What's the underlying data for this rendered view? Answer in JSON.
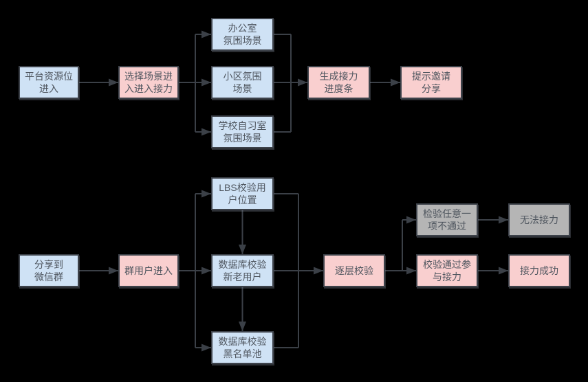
{
  "diagram": {
    "title": "relay-activity-flowchart",
    "background": "#000000",
    "colors": {
      "blue_fill": "#cfe2f5",
      "pink_fill": "#f9cfcf",
      "gray_fill": "#b5b5b5",
      "border": "#3d424a",
      "text": "#4f565f",
      "line": "#3b4047"
    },
    "nodes": {
      "platform_entry": {
        "label": "平台资源位\n进入",
        "type": "blue"
      },
      "choose_scene": {
        "label": "选择场景进\n入进入接力",
        "type": "pink"
      },
      "office_scene": {
        "label": "办公室\n氛围场景",
        "type": "blue"
      },
      "community_scene": {
        "label": "小区氛围\n场景",
        "type": "blue"
      },
      "school_scene": {
        "label": "学校自习室\n氛围场景",
        "type": "blue"
      },
      "progress_bar": {
        "label": "生成接力\n进度条",
        "type": "pink"
      },
      "invite_share": {
        "label": "提示邀请\n分享",
        "type": "pink"
      },
      "share_wechat": {
        "label": "分享到\n微信群",
        "type": "blue"
      },
      "group_user_entry": {
        "label": "群用户进入",
        "type": "pink"
      },
      "lbs_check": {
        "label": "LBS校验用\n户位置",
        "type": "blue"
      },
      "db_check_users": {
        "label": "数据库校验\n新老用户",
        "type": "blue"
      },
      "db_check_blacklist": {
        "label": "数据库校验\n黑名单池",
        "type": "blue"
      },
      "layered_check": {
        "label": "逐层校验",
        "type": "pink"
      },
      "check_fail": {
        "label": "检验任意一\n项不通过",
        "type": "gray"
      },
      "cannot_relay": {
        "label": "无法接力",
        "type": "gray"
      },
      "check_pass": {
        "label": "校验通过参\n与接力",
        "type": "pink"
      },
      "relay_success": {
        "label": "接力成功",
        "type": "pink"
      }
    },
    "edges": [
      {
        "from": "platform_entry",
        "to": "choose_scene"
      },
      {
        "from": "choose_scene",
        "to": "office_scene"
      },
      {
        "from": "choose_scene",
        "to": "community_scene"
      },
      {
        "from": "choose_scene",
        "to": "school_scene"
      },
      {
        "from": "office_scene",
        "to": "progress_bar"
      },
      {
        "from": "community_scene",
        "to": "progress_bar"
      },
      {
        "from": "school_scene",
        "to": "progress_bar"
      },
      {
        "from": "progress_bar",
        "to": "invite_share"
      },
      {
        "from": "share_wechat",
        "to": "group_user_entry"
      },
      {
        "from": "group_user_entry",
        "to": "lbs_check"
      },
      {
        "from": "group_user_entry",
        "to": "db_check_users"
      },
      {
        "from": "group_user_entry",
        "to": "db_check_blacklist"
      },
      {
        "from": "lbs_check",
        "to": "db_check_users"
      },
      {
        "from": "db_check_users",
        "to": "db_check_blacklist"
      },
      {
        "from": "lbs_check",
        "to": "layered_check"
      },
      {
        "from": "db_check_users",
        "to": "layered_check"
      },
      {
        "from": "db_check_blacklist",
        "to": "layered_check"
      },
      {
        "from": "layered_check",
        "to": "check_fail"
      },
      {
        "from": "layered_check",
        "to": "check_pass"
      },
      {
        "from": "check_fail",
        "to": "cannot_relay"
      },
      {
        "from": "check_pass",
        "to": "relay_success"
      }
    ]
  }
}
